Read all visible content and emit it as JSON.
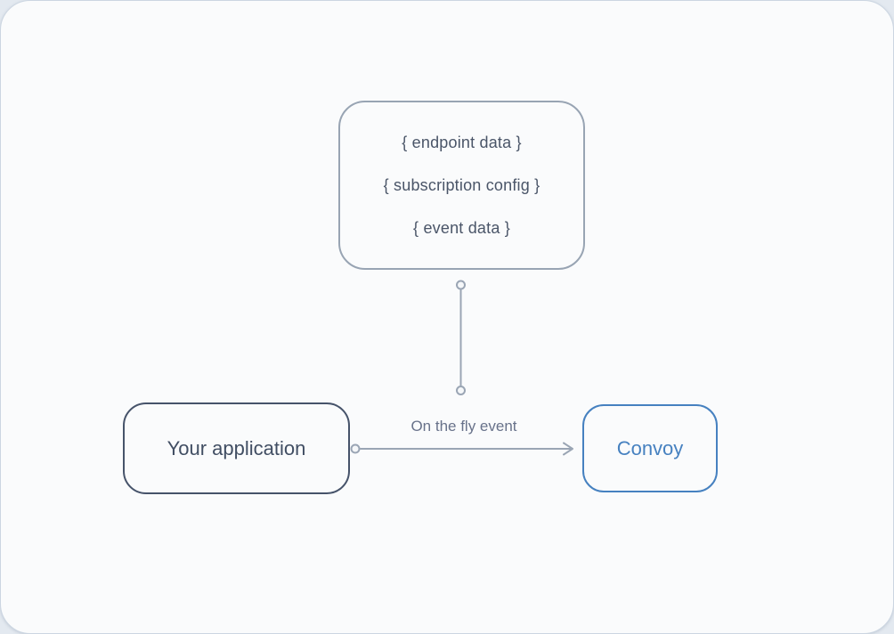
{
  "diagram": {
    "payload_box": {
      "lines": [
        "{ endpoint data }",
        "{ subscription config }",
        "{ event data }"
      ]
    },
    "source_box": {
      "label": "Your application"
    },
    "target_box": {
      "label": "Convoy"
    },
    "edge_label": "On the fly event"
  },
  "colors": {
    "page_bg": "#e3e9f0",
    "card_bg": "#fafbfc",
    "card_edge": "#ccd6e2",
    "payload_border": "#98a4b3",
    "payload_text": "#4a5568",
    "source_border": "#46536a",
    "source_text": "#414e63",
    "target_border": "#4681c0",
    "target_text": "#4681c0",
    "edge_label_color": "#68728a",
    "connector": "#9aa5b4",
    "connector_dot_fill": "#f5f7f9"
  }
}
